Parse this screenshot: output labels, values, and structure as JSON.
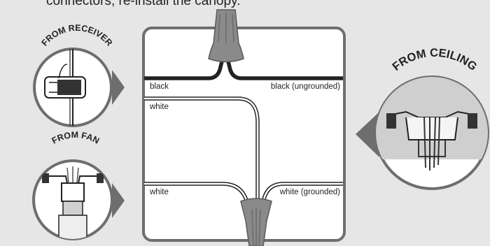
{
  "caption": "connectors, re-install the canopy.",
  "left_top_label": "FROM RECEIVER",
  "left_bottom_label": "FROM FAN",
  "right_label": "FROM CEILING",
  "wires": {
    "black_left": "black",
    "black_right": "black (ungrounded)",
    "white_left_top": "white",
    "white_left_bottom": "white",
    "white_right": "white (grounded)"
  },
  "colors": {
    "background": "#e6e6e6",
    "frame": "#666666",
    "connector": "#8a8a8a",
    "wire_black": "#222222"
  }
}
